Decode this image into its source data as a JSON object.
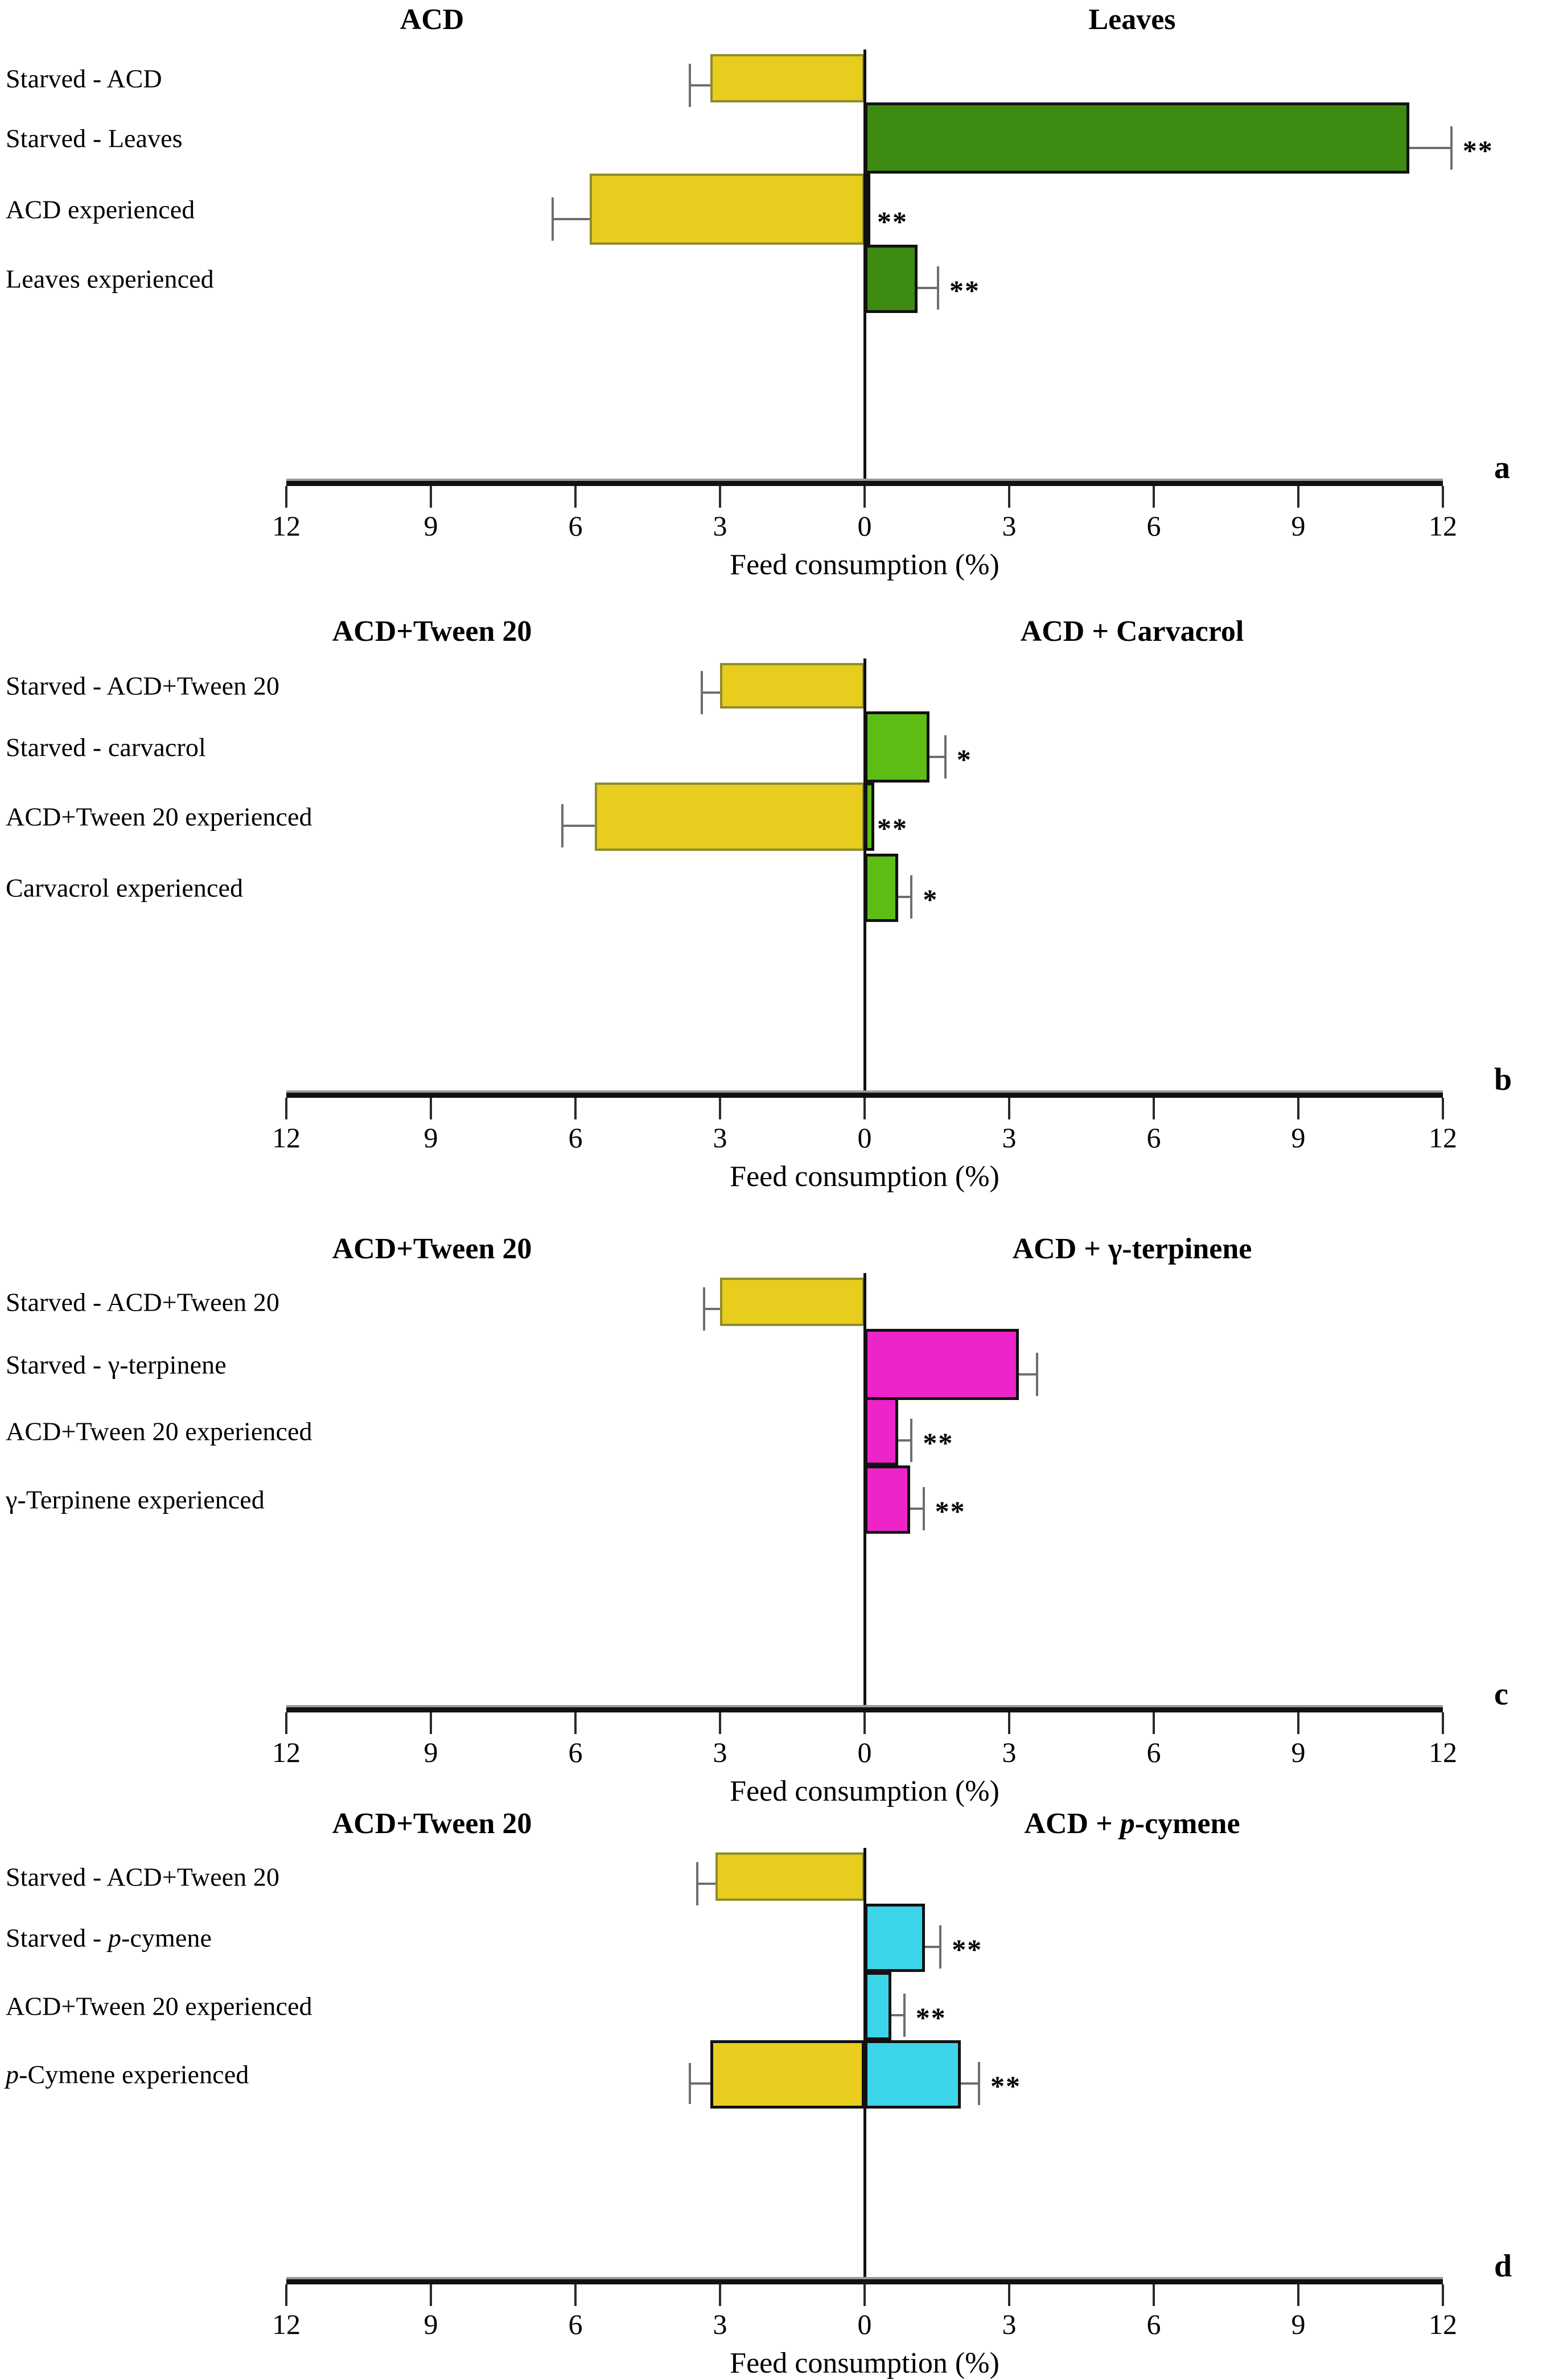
{
  "figure": {
    "axis_title": "Feed consumption (%)",
    "tick_labels": [
      "12",
      "9",
      "6",
      "3",
      "0",
      "3",
      "6",
      "9",
      "12"
    ],
    "tick_values": [
      -12,
      -9,
      -6,
      -3,
      0,
      3,
      6,
      9,
      12
    ]
  },
  "colors": {
    "yellow": "#E8CD1E",
    "dark_green": "#3D8B12",
    "light_green": "#5FBE16",
    "magenta": "#ED24C8",
    "cyan": "#3CD5EA",
    "outline": "#111111",
    "error": "#6E6E6E"
  },
  "panels": [
    {
      "tag": "a",
      "left_title": "ACD",
      "right_title": "Leaves",
      "rows": [
        {
          "label": "Starved - ACD",
          "value": -3.2,
          "error": 0.45,
          "color": "yellow",
          "sig": ""
        },
        {
          "label": "Starved - Leaves",
          "value": 11.3,
          "error": 0.85,
          "color": "dark_green",
          "sig": "**"
        },
        {
          "label": "ACD experienced",
          "value": -5.7,
          "error": 0.8,
          "color": "yellow",
          "sig": "**",
          "extra": {
            "value": 0.1,
            "color": "dark_green"
          }
        },
        {
          "label": "Leaves experienced",
          "value": 1.1,
          "error": 0.4,
          "color": "dark_green",
          "sig": "**"
        }
      ]
    },
    {
      "tag": "b",
      "left_title": "ACD+Tween 20",
      "right_title": "ACD + Carvacrol",
      "rows": [
        {
          "label": "Starved - ACD+Tween 20",
          "value": -3.0,
          "error": 0.4,
          "color": "yellow",
          "sig": ""
        },
        {
          "label": "Starved - carvacrol",
          "value": 1.35,
          "error": 0.3,
          "color": "light_green",
          "sig": "*"
        },
        {
          "label": "ACD+Tween 20 experienced",
          "value": -5.6,
          "error": 0.7,
          "color": "yellow",
          "sig": "**",
          "extra": {
            "value": 0.2,
            "color": "light_green"
          }
        },
        {
          "label": "Carvacrol experienced",
          "value": 0.7,
          "error": 0.25,
          "color": "light_green",
          "sig": "*"
        }
      ]
    },
    {
      "tag": "c",
      "left_title": "ACD+Tween 20",
      "right_title": "ACD + γ-terpinene",
      "rows": [
        {
          "label": "Starved - ACD+Tween 20",
          "value": -3.0,
          "error": 0.35,
          "color": "yellow",
          "sig": ""
        },
        {
          "label": "Starved - γ-terpinene",
          "value": 3.2,
          "error": 0.35,
          "color": "magenta",
          "sig": ""
        },
        {
          "label": "ACD+Tween 20 experienced",
          "value": 0.7,
          "error": 0.25,
          "color": "magenta",
          "sig": "**"
        },
        {
          "label": "γ-Terpinene experienced",
          "value": 0.95,
          "error": 0.25,
          "color": "magenta",
          "sig": "**"
        }
      ]
    },
    {
      "tag": "d",
      "left_title": "ACD+Tween 20",
      "right_title": "ACD + p-cymene",
      "right_title_italic_prefix": "p",
      "rows": [
        {
          "label": "Starved - ACD+Tween 20",
          "value": -3.1,
          "error": 0.4,
          "color": "yellow",
          "sig": ""
        },
        {
          "label": "Starved - p-cymene",
          "value": 1.25,
          "error": 0.3,
          "color": "cyan",
          "sig": "**"
        },
        {
          "label": "ACD+Tween 20 experienced",
          "value": 0.55,
          "error": 0.25,
          "color": "cyan",
          "sig": "**"
        },
        {
          "label": "p-Cymene experienced",
          "value": 2.0,
          "error": 0.35,
          "color": "cyan",
          "sig": "**",
          "extra": {
            "value": -3.2,
            "error": 0.45,
            "color": "yellow"
          }
        }
      ]
    }
  ],
  "chart_data": {
    "type": "bar",
    "title": "",
    "xlabel": "Feed consumption (%)",
    "ylabel": "",
    "xlim": [
      -12,
      12
    ],
    "xticks": [
      -12,
      -9,
      -6,
      -3,
      0,
      3,
      6,
      9,
      12
    ],
    "xticklabels": [
      "12",
      "9",
      "6",
      "3",
      "0",
      "3",
      "6",
      "9",
      "12"
    ],
    "grid": false,
    "orientation": "horizontal",
    "note": "Diverging horizontal bars; left side = control feed, right side = test feed. Asterisks denote significance (* p<0.05, ** p<0.01). Error bars = SE.",
    "subplots": [
      {
        "panel": "a",
        "left_series": "ACD",
        "right_series": "Leaves",
        "categories": [
          "Starved - ACD",
          "Starved - Leaves",
          "ACD experienced",
          "Leaves experienced"
        ],
        "values": [
          -3.2,
          11.3,
          -5.7,
          1.1
        ],
        "errors": [
          0.45,
          0.85,
          0.8,
          0.4
        ],
        "significance": [
          "",
          "**",
          "**",
          "**"
        ]
      },
      {
        "panel": "b",
        "left_series": "ACD+Tween 20",
        "right_series": "ACD + Carvacrol",
        "categories": [
          "Starved - ACD+Tween 20",
          "Starved - carvacrol",
          "ACD+Tween 20 experienced",
          "Carvacrol experienced"
        ],
        "values": [
          -3.0,
          1.35,
          -5.6,
          0.7
        ],
        "errors": [
          0.4,
          0.3,
          0.7,
          0.25
        ],
        "significance": [
          "",
          "*",
          "**",
          "*"
        ]
      },
      {
        "panel": "c",
        "left_series": "ACD+Tween 20",
        "right_series": "ACD + γ-terpinene",
        "categories": [
          "Starved - ACD+Tween 20",
          "Starved - γ-terpinene",
          "ACD+Tween 20 experienced",
          "γ-Terpinene experienced"
        ],
        "values": [
          -3.0,
          3.2,
          0.7,
          0.95
        ],
        "errors": [
          0.35,
          0.35,
          0.25,
          0.25
        ],
        "significance": [
          "",
          "",
          "**",
          "**"
        ]
      },
      {
        "panel": "d",
        "left_series": "ACD+Tween 20",
        "right_series": "ACD + p-cymene",
        "categories": [
          "Starved - ACD+Tween 20",
          "Starved - p-cymene",
          "ACD+Tween 20 experienced",
          "p-Cymene experienced"
        ],
        "values": [
          -3.1,
          1.25,
          0.55,
          2.0
        ],
        "errors": [
          0.4,
          0.3,
          0.25,
          0.35
        ],
        "significance": [
          "",
          "**",
          "**",
          "**"
        ],
        "paired_left_values": [
          null,
          null,
          null,
          -3.2
        ]
      }
    ]
  }
}
